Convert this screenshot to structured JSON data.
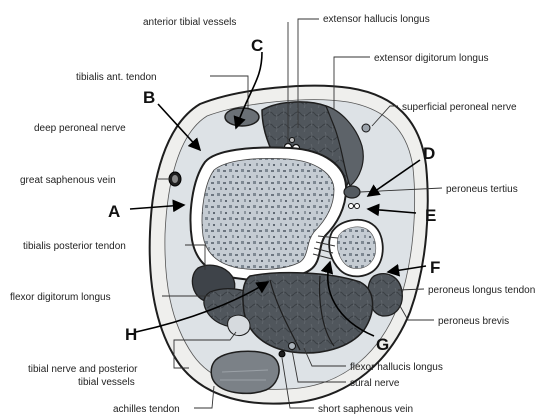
{
  "colors": {
    "skin_fill": "#f1f1ef",
    "subcut_fill": "#dfe4e8",
    "muscle_dark": "#4a4f55",
    "muscle_mid": "#6f757c",
    "bone_cortex": "#ffffff",
    "bone_marrow": "#a9b2bb",
    "outline": "#1e1e1e"
  },
  "letters": {
    "A": "A",
    "B": "B",
    "C": "C",
    "D": "D",
    "E": "E",
    "F": "F",
    "G": "G",
    "H": "H"
  },
  "labels": {
    "anterior_tibial_vessels": "anterior tibial vessels",
    "extensor_hallucis_longus": "extensor hallucis longus",
    "extensor_digitorum_longus": "extensor digitorum longus",
    "tibialis_ant_tendon": "tibialis ant. tendon",
    "superficial_peroneal_nerve": "superficial peroneal nerve",
    "deep_peroneal_nerve": "deep peroneal nerve",
    "great_saphenous_vein": "great saphenous vein",
    "peroneus_tertius": "peroneus tertius",
    "tibialis_posterior_tendon": "tibialis posterior tendon",
    "flexor_digitorum_longus": "flexor digitorum longus",
    "peroneus_longus_tendon": "peroneus longus tendon",
    "peroneus_brevis": "peroneus brevis",
    "flexor_hallucis_longus": "flexor hallucis longus",
    "tibial_nerve_1": "tibial nerve and posterior",
    "tibial_nerve_2": "tibial vessels",
    "sural_nerve": "sural nerve",
    "achilles_tendon": "achilles tendon",
    "short_saphenous_vein": "short saphenous vein"
  }
}
